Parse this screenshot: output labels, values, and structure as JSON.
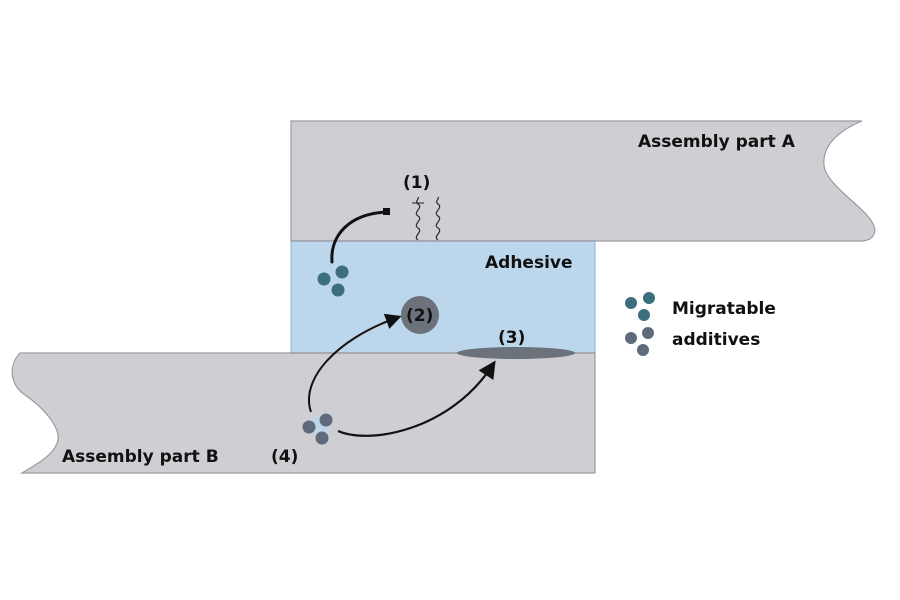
{
  "diagram": {
    "title": "Adhesive joint with migratable additives",
    "labels": {
      "part_a": "Assembly part A",
      "part_b": "Assembly part B",
      "adhesive": "Adhesive",
      "step1": "(1)",
      "step2": "(2)",
      "step3": "(3)",
      "step4": "(4)"
    },
    "legend": {
      "line1": "Migratable",
      "line2": "additives"
    },
    "colors": {
      "part_fill": "#cfcfd3",
      "part_stroke": "#9a9aa0",
      "adhesive_fill": "#bcd6ec",
      "adhesive_stroke": "#9fbbd3",
      "additive_teal": "#3b6f7d",
      "additive_gray": "#5f6b7a",
      "blob_fill": "#6b727c",
      "arrow": "#111111"
    }
  }
}
